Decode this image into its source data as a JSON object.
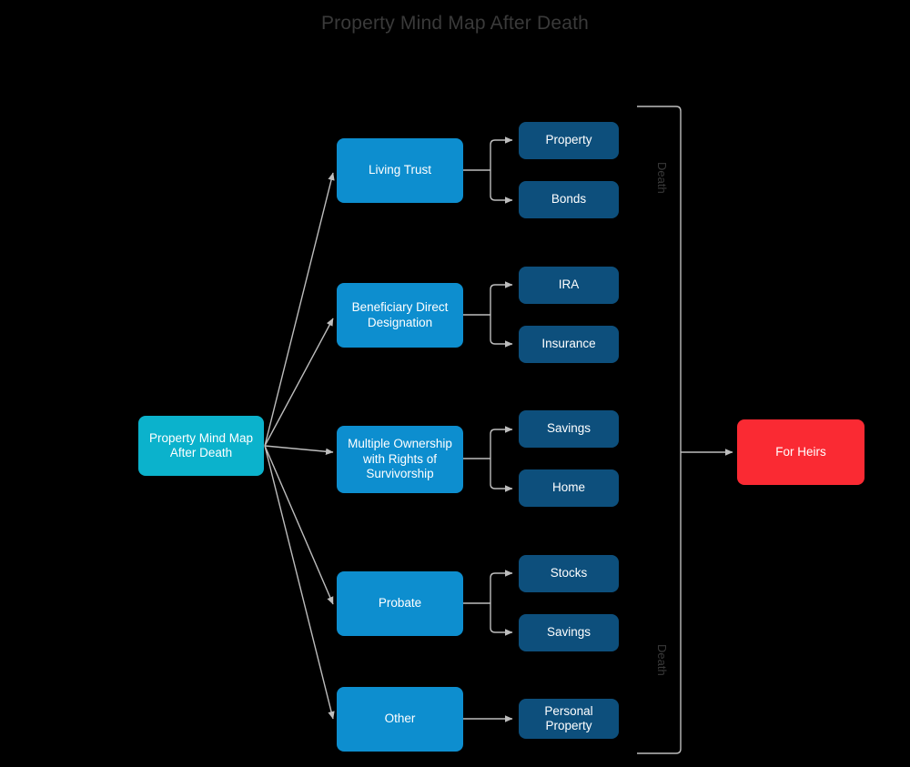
{
  "diagram": {
    "title": "Property Mind Map After Death",
    "background_color": "#000000",
    "title_color": "#3a3a3a",
    "connector_color": "#bdbdbd",
    "colors": {
      "root": "#0bb2cc",
      "level2": "#0d8ecf",
      "level3": "#0d4f7c",
      "outcome": "#fa2a33"
    }
  },
  "root": {
    "label": "Property Mind Map\nAfter Death"
  },
  "branches": [
    {
      "label": "Living Trust",
      "children": [
        {
          "label": "Property"
        },
        {
          "label": "Bonds"
        }
      ]
    },
    {
      "label": "Beneficiary Direct\nDesignation",
      "children": [
        {
          "label": "IRA"
        },
        {
          "label": "Insurance"
        }
      ]
    },
    {
      "label": "Multiple Ownership\nwith Rights of\nSurvivorship",
      "children": [
        {
          "label": "Savings"
        },
        {
          "label": "Home"
        }
      ]
    },
    {
      "label": "Probate",
      "children": [
        {
          "label": "Stocks"
        },
        {
          "label": "Savings"
        }
      ]
    },
    {
      "label": "Other",
      "children": [
        {
          "label": "Personal\nProperty"
        }
      ]
    }
  ],
  "bracket": {
    "label_top": "Death",
    "label_bottom": "Death"
  },
  "outcome": {
    "label": "For Heirs"
  }
}
